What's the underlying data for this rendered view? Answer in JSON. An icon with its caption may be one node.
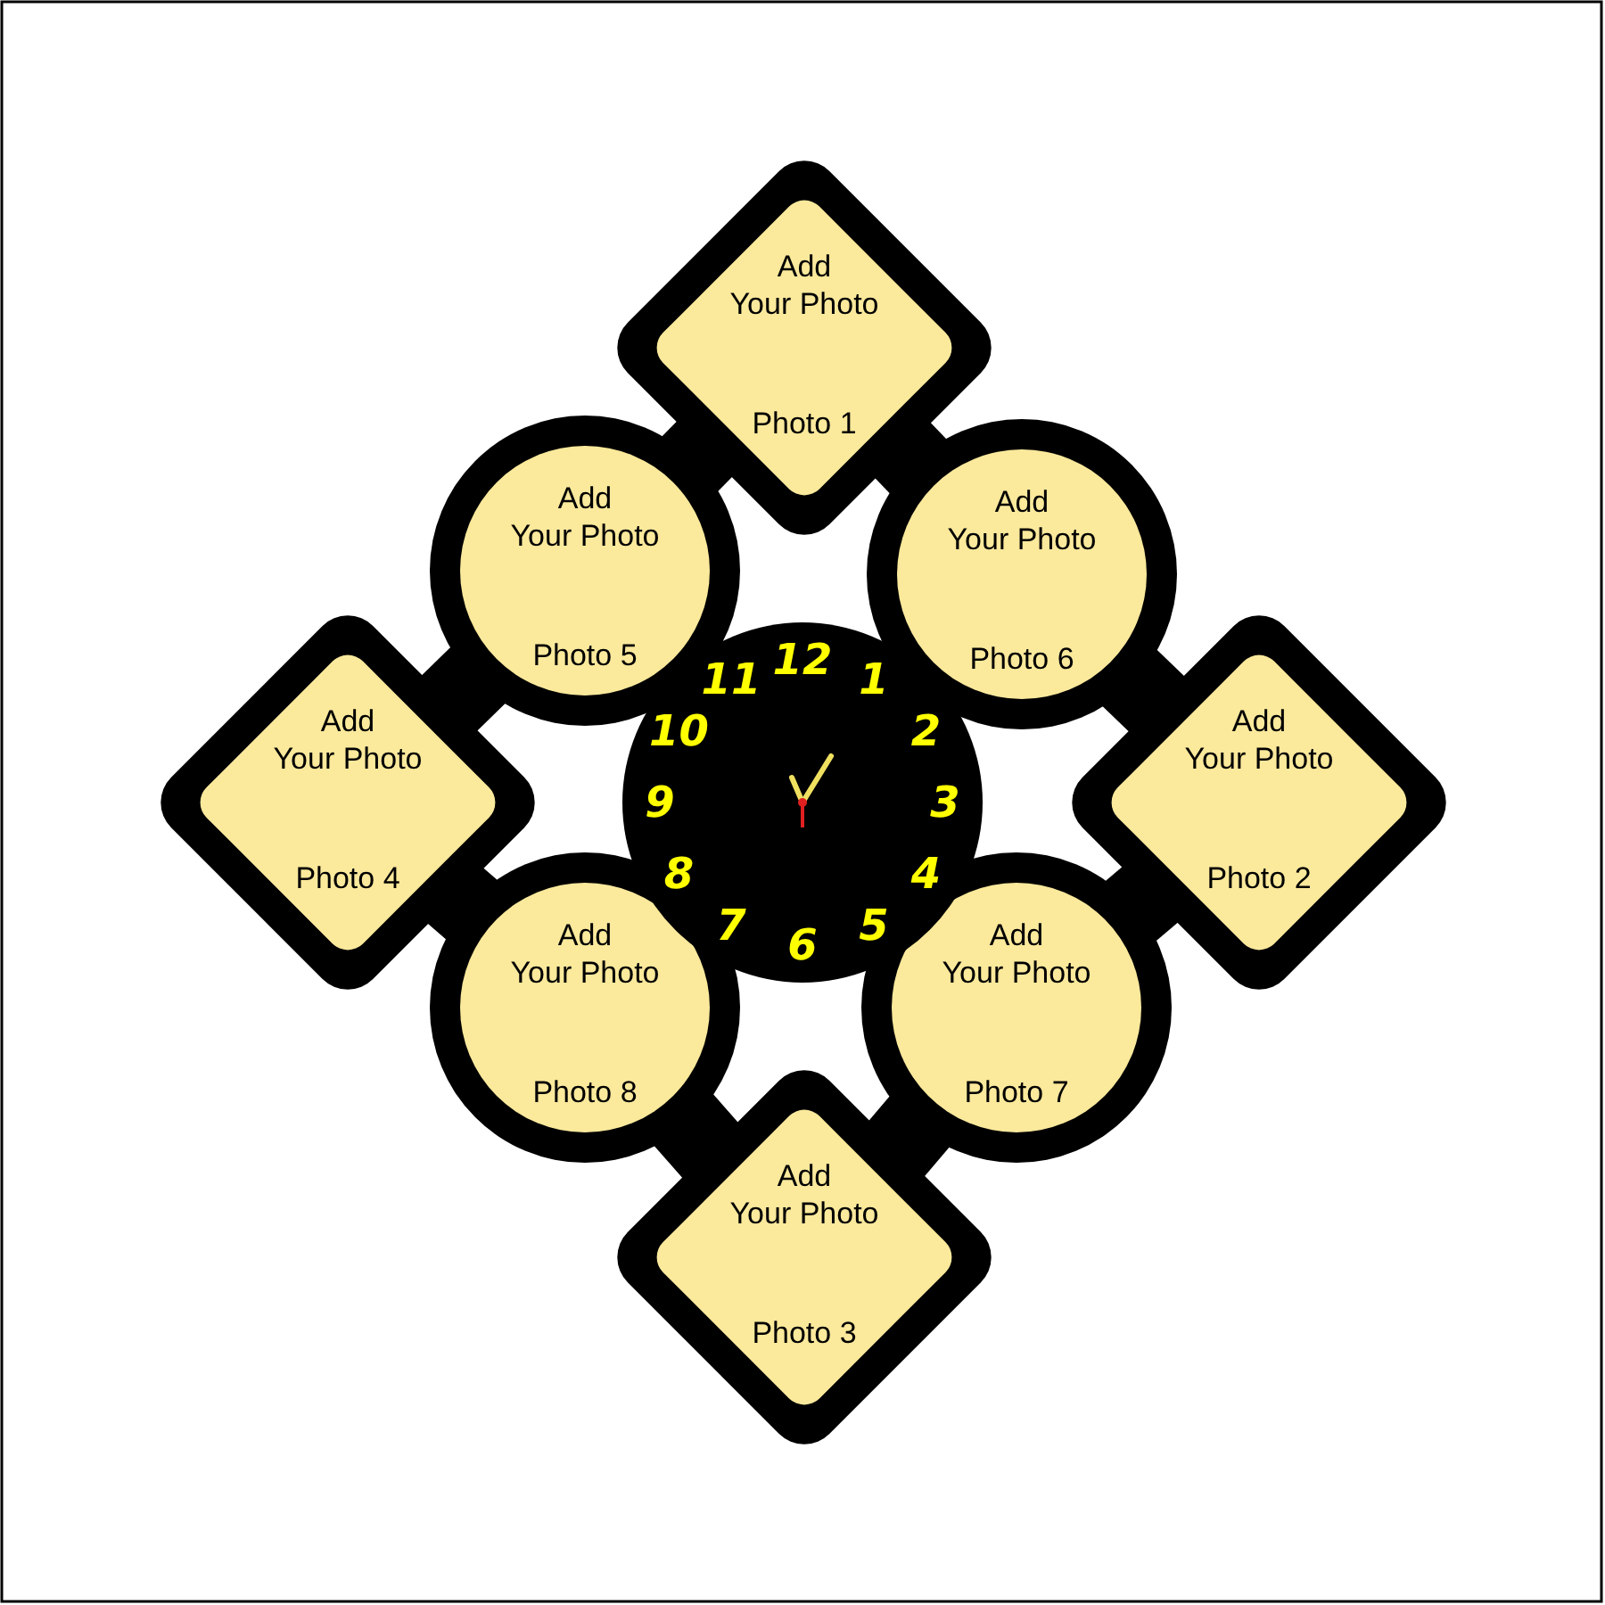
{
  "diagram": {
    "nodes": [
      {
        "text": [
          "Add Your Photo",
          "Photo 1"
        ]
      },
      {
        "text": [
          "Add Your Photo",
          "Photo 5"
        ]
      },
      {
        "text": [
          "Add Your Photo",
          "Photo 6"
        ]
      },
      {
        "text": [
          "Add Your Photo",
          "Photo 4"
        ]
      },
      {
        "text": [
          "12",
          "1",
          "2",
          "3",
          "4",
          "5",
          "6",
          "7",
          "8",
          "9",
          "10",
          "11"
        ]
      },
      {
        "text": [
          "Add Your Photo",
          "Photo 2"
        ]
      },
      {
        "text": [
          "Add Your Photo",
          "Photo 8"
        ]
      },
      {
        "text": [
          "Add Your Photo",
          "Photo 7"
        ]
      },
      {
        "text": [
          "Add Your Photo",
          "Photo 3"
        ]
      }
    ],
    "edges": []
  }
}
